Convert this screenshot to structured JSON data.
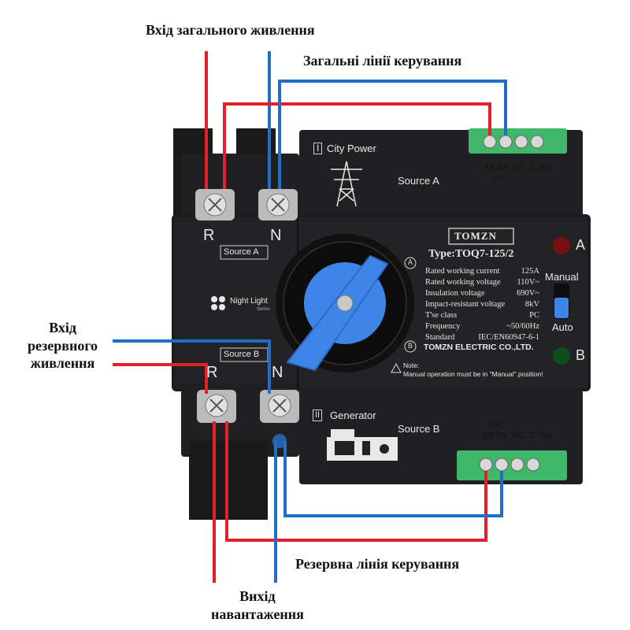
{
  "callouts": {
    "main_input": "Вхід загального живлення",
    "main_control": "Загальні лінії керування",
    "backup_input": [
      "Вхід",
      "резервного",
      "живлення"
    ],
    "backup_control": "Резервна лінія керування",
    "load_output": [
      "Вихід",
      "навантаження"
    ]
  },
  "device": {
    "brand": "TOMZN",
    "type_line": "Type:TOQ7-125/2",
    "source_a_tag": "Source A",
    "source_b_tag": "Source B",
    "r_label": "R",
    "n_label": "N",
    "city_power_mark": "I",
    "city_power": "City Power",
    "source_a": "Source A",
    "generator_mark": "II",
    "generator": "Generator",
    "source_b": "Source B",
    "night_light": "Night Light",
    "series": "Series",
    "indicator_a": "A",
    "indicator_b": "B",
    "manual": "Manual",
    "auto": "Auto",
    "dial_a": "A",
    "dial_b": "B",
    "note_title": "Note:",
    "note_text": "Manual operation must be in \"Manual\" position!",
    "company": "TOMZN ELECTRIC CO.,LTD.",
    "specs": [
      {
        "label": "Rated working current",
        "value": "125A"
      },
      {
        "label": "Rated working voltage",
        "value": "110V~"
      },
      {
        "label": "Insulation voltage",
        "value": "690V~"
      },
      {
        "label": "Impact-resistant voltage",
        "value": "8kV"
      },
      {
        "label": "T'se class",
        "value": "PC"
      },
      {
        "label": "Frequency",
        "value": "~50/60Hz"
      },
      {
        "label": "Standard",
        "value": "IEC/EN60947-6-1"
      }
    ],
    "terminals_top": [
      "AR",
      "AN",
      "NC",
      "C",
      "NO"
    ],
    "terminals_top_volt": "110V",
    "terminals_bottom": [
      "BR",
      "BN",
      "NC",
      "C",
      "NO"
    ],
    "terminals_bottom_volt": "110V"
  },
  "colors": {
    "live_wire": "#e3202a",
    "neutral_wire": "#1f6fc9",
    "device_body": "#1c1c1e",
    "knob": "#3d86e8",
    "terminal_block": "#3fb86a"
  }
}
